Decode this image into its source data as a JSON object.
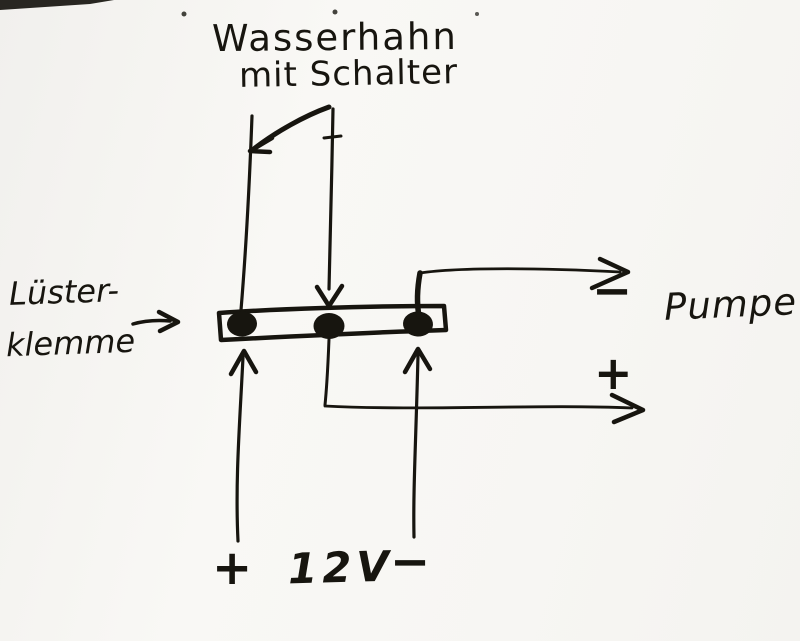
{
  "meta": {
    "kind": "hand-drawn wiring sketch (scanned)",
    "paper_color": "#f7f6f3",
    "ink_color": "#17150f"
  },
  "labels": {
    "title_line1": "Wasserhahn",
    "title_line2": "mit Schalter",
    "terminal_line1": "Lüster-",
    "terminal_line2": "klemme",
    "pump": "Pumpe",
    "pump_minus": "−",
    "pump_plus": "+",
    "supply_plus": "+",
    "supply_voltage": "12V",
    "supply_minus": "−"
  },
  "diagram": {
    "components": [
      {
        "name": "luesterklemme",
        "description": "terminal strip with 3 screw terminals",
        "terminals": 3
      },
      {
        "name": "wasserhahn-mit-schalter",
        "description": "water tap with switch, wired to terminals 1 and 2"
      },
      {
        "name": "pumpe",
        "description": "pump, minus lead from terminal 3, plus lead from terminal 2"
      },
      {
        "name": "supply-12v",
        "description": "12V supply, plus to terminal 1, minus to terminal 3"
      }
    ]
  }
}
